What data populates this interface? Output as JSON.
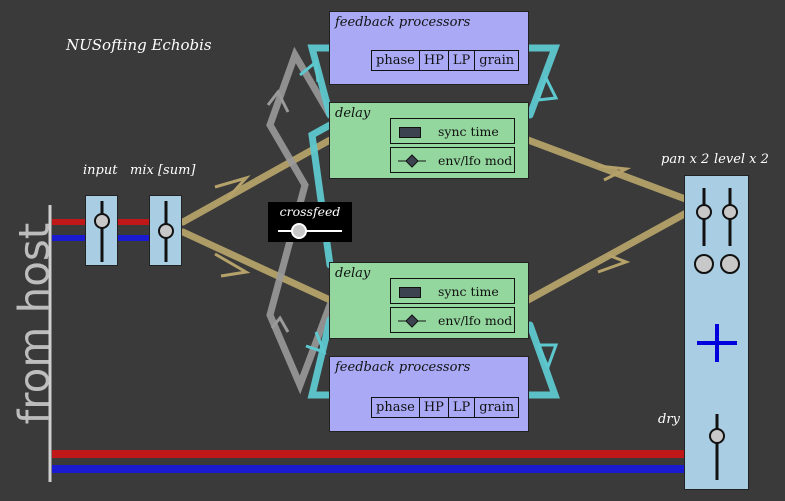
{
  "title": "NUSofting Echobis",
  "side_label": "from host",
  "input_label": "input",
  "mix_label": "mix [sum]",
  "crossfeed_label": "crossfeed",
  "pan_label": "pan x 2",
  "level_label": "level x 2",
  "dry_label": "dry",
  "feedback_top": {
    "label": "feedback processors",
    "buttons": [
      "phase",
      "HP",
      "LP",
      "grain"
    ]
  },
  "feedback_bottom": {
    "label": "feedback processors",
    "buttons": [
      "phase",
      "HP",
      "LP",
      "grain"
    ]
  },
  "delay_top": {
    "label": "delay",
    "sync_label": "sync time",
    "mod_label": "env/lfo mod"
  },
  "delay_bottom": {
    "label": "delay",
    "sync_label": "sync time",
    "mod_label": "env/lfo mod"
  },
  "colors": {
    "background": "#3a3a3a",
    "signal_left": "#c01818",
    "signal_right": "#1a1ad0",
    "wire_main": "#b5a26a",
    "wire_feedback": "#5ec8cf",
    "wire_crossfeed": "#9a9a9a",
    "feedback_box": "#a9a9f5",
    "delay_box": "#93d79e",
    "panel": "#a9cde3",
    "plus": "#0000dd"
  }
}
